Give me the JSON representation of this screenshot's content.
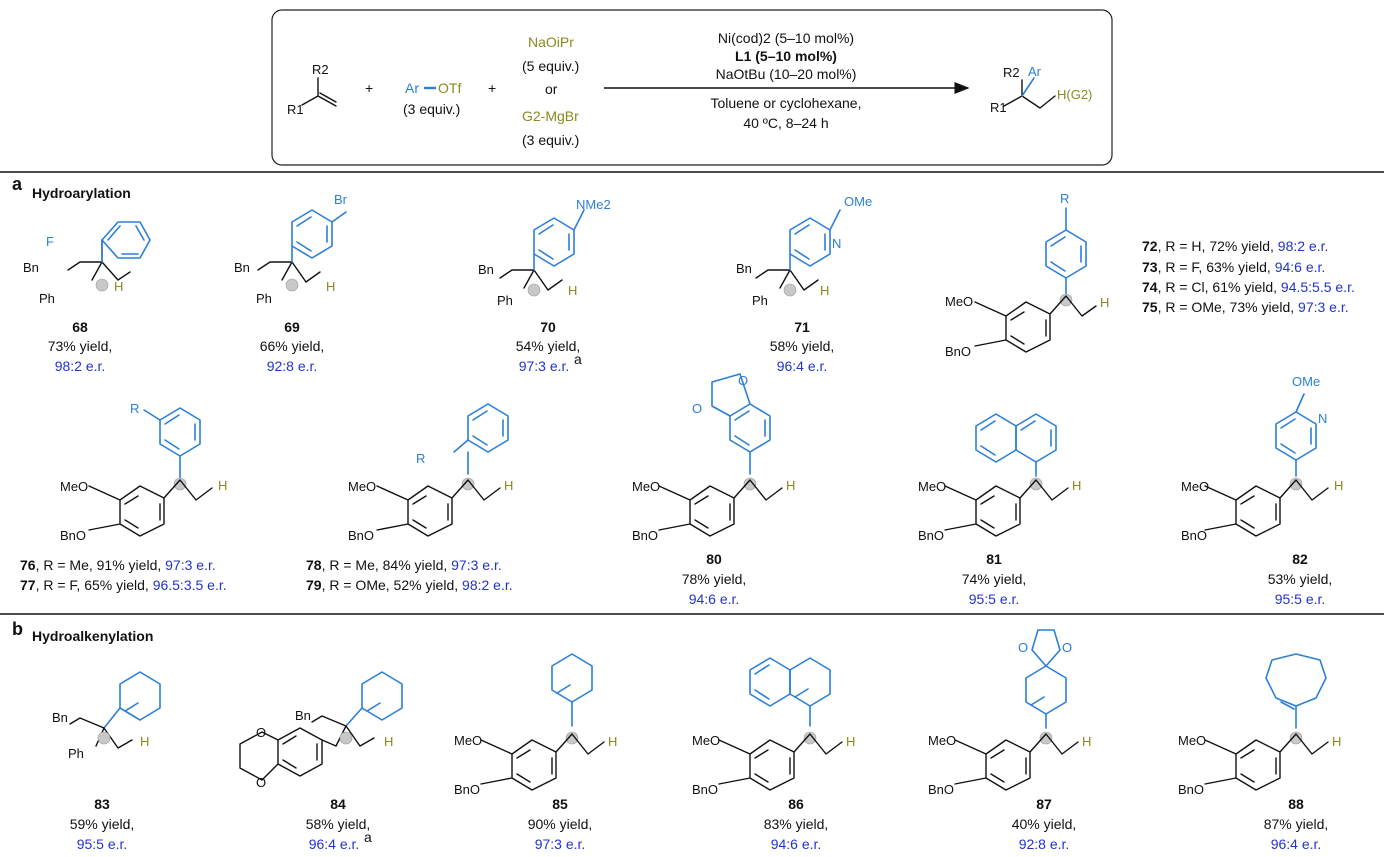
{
  "colors": {
    "aryl": "#2b7fd8",
    "reagent": "#8a8a1e",
    "er": "#2233cc",
    "text": "#111111"
  },
  "scheme": {
    "substrate_r2": "R2",
    "substrate_r1": "R1",
    "plus": "+",
    "aryl": "Ar",
    "otf": "OTf",
    "aryl_equiv": "(3 equiv.)",
    "reagent_a": "NaOiPr",
    "reagent_a_equiv": "(5 equiv.)",
    "or": "or",
    "reagent_b": "G2-MgBr",
    "reagent_b_equiv": "(3 equiv.)",
    "cond_1": "Ni(cod)2 (5–10 mol%)",
    "cond_2": "L1 (5–10 mol%)",
    "cond_3": "NaOtBu (10–20 mol%)",
    "cond_4": "Toluene or cyclohexane,",
    "cond_5": "40 ºC, 8–24 h",
    "product_r2": "R2",
    "product_ar": "Ar",
    "product_r1": "R1",
    "product_h": "H(G2)"
  },
  "section_a": {
    "letter": "a",
    "title": "Hydroarylation"
  },
  "section_b": {
    "letter": "b",
    "title": "Hydroalkenylation"
  },
  "atom_labels": {
    "bn": "Bn",
    "ph": "Ph",
    "h": "H",
    "meo": "MeO",
    "bno": "BnO",
    "f": "F",
    "br": "Br",
    "nme2": "NMe2",
    "ome": "OMe",
    "n": "N",
    "o": "O",
    "r": "R"
  },
  "compounds": [
    {
      "id": "68",
      "yield": "73% yield,",
      "er": "98:2 e.r."
    },
    {
      "id": "69",
      "yield": "66% yield,",
      "er": "92:8 e.r."
    },
    {
      "id": "70",
      "yield": "54% yield,",
      "er": "97:3 e.r.",
      "note": "a"
    },
    {
      "id": "71",
      "yield": "58% yield,",
      "er": "96:4 e.r."
    },
    {
      "id": "80",
      "yield": "78% yield,",
      "er": "94:6 e.r."
    },
    {
      "id": "81",
      "yield": "74% yield,",
      "er": "95:5 e.r."
    },
    {
      "id": "82",
      "yield": "53% yield,",
      "er": "95:5 e.r."
    },
    {
      "id": "83",
      "yield": "59% yield,",
      "er": "95:5 e.r."
    },
    {
      "id": "84",
      "yield": "58% yield,",
      "er": "96:4 e.r.",
      "note": "a"
    },
    {
      "id": "85",
      "yield": "90% yield,",
      "er": "97:3 e.r."
    },
    {
      "id": "86",
      "yield": "83% yield,",
      "er": "94:6 e.r."
    },
    {
      "id": "87",
      "yield": "40% yield,",
      "er": "92:8 e.r."
    },
    {
      "id": "88",
      "yield": "87% yield,",
      "er": "96:4 e.r."
    }
  ],
  "series_72_75": [
    {
      "id": "72",
      "text": ", R = H, 72% yield, ",
      "er": "98:2 e.r."
    },
    {
      "id": "73",
      "text": ", R = F, 63% yield, ",
      "er": "94:6 e.r."
    },
    {
      "id": "74",
      "text": ", R = Cl, 61% yield, ",
      "er": "94.5:5.5 e.r."
    },
    {
      "id": "75",
      "text": ", R = OMe, 73% yield, ",
      "er": "97:3 e.r."
    }
  ],
  "series_76_77": [
    {
      "id": "76",
      "text": ", R = Me, 91% yield, ",
      "er": "97:3 e.r."
    },
    {
      "id": "77",
      "text": ", R = F, 65% yield, ",
      "er": "96.5:3.5 e.r."
    }
  ],
  "series_78_79": [
    {
      "id": "78",
      "text": ", R = Me, 84% yield, ",
      "er": "97:3 e.r."
    },
    {
      "id": "79",
      "text": ", R = OMe, 52% yield, ",
      "er": "98:2 e.r."
    }
  ]
}
